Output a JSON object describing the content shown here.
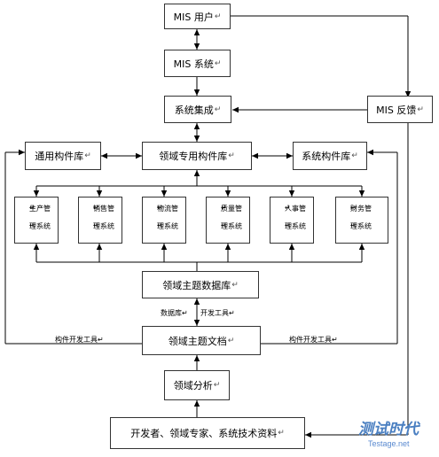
{
  "nodes": {
    "mis_user": "MIS 用户",
    "mis_system": "MIS 系统",
    "integration": "系统集成",
    "feedback": "MIS 反馈",
    "general_lib": "通用构件库",
    "domain_lib": "领域专用构件库",
    "system_lib": "系统构件库",
    "topic_db": "领域主题数据库",
    "topic_doc": "领域主题文档",
    "analysis": "领域分析",
    "sources": "开发者、领域专家、系统技术资料"
  },
  "subsystems": [
    {
      "line1": "生产管",
      "line2": "理系统"
    },
    {
      "line1": "销售管",
      "line2": "理系统"
    },
    {
      "line1": "物流管",
      "line2": "理系统"
    },
    {
      "line1": "质量管",
      "line2": "理系统"
    },
    {
      "line1": "人事管",
      "line2": "理系统"
    },
    {
      "line1": "财务管",
      "line2": "理系统"
    }
  ],
  "edge_labels": {
    "database": "数据库",
    "dev_tools": "开发工具",
    "component_tools_left": "构件开发工具",
    "component_tools_right": "构件开发工具"
  },
  "paragraph_mark": "↵",
  "watermark": {
    "logo": "测试时代",
    "url": "Testage.net"
  }
}
